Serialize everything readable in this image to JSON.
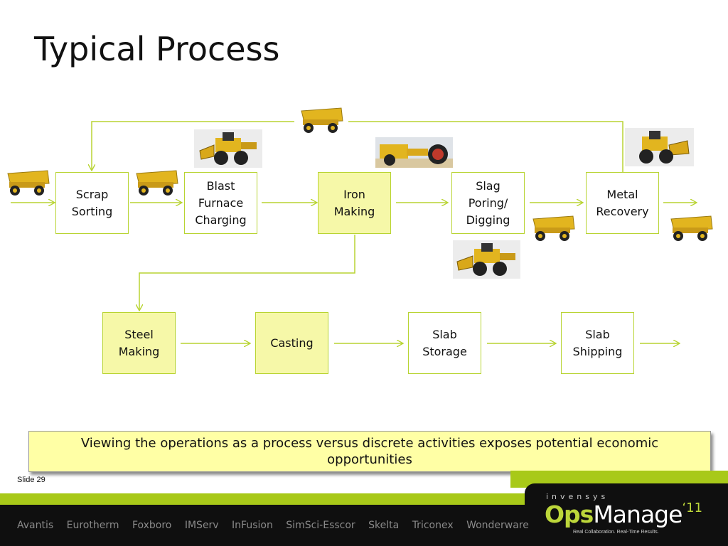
{
  "slide": {
    "title": "Typical Process",
    "slide_number": "Slide 29",
    "callout": "Viewing the operations as a process versus discrete activities exposes potential economic opportunities"
  },
  "diagram": {
    "nodes": [
      {
        "id": "scrap-sorting",
        "label": "Scrap\nSorting",
        "filled": false
      },
      {
        "id": "blast-furnace-charging",
        "label": "Blast\nFurnace\nCharging",
        "filled": false
      },
      {
        "id": "iron-making",
        "label": "Iron\nMaking",
        "filled": true
      },
      {
        "id": "slag-poring-digging",
        "label": "Slag\nPoring/\nDigging",
        "filled": false
      },
      {
        "id": "metal-recovery",
        "label": "Metal\nRecovery",
        "filled": false
      },
      {
        "id": "steel-making",
        "label": "Steel\nMaking",
        "filled": true
      },
      {
        "id": "casting",
        "label": "Casting",
        "filled": true
      },
      {
        "id": "slab-storage",
        "label": "Slab\nStorage",
        "filled": false
      },
      {
        "id": "slab-shipping",
        "label": "Slab\nShipping",
        "filled": false
      }
    ],
    "edges": [
      {
        "from": "scrap-sorting",
        "to": "blast-furnace-charging"
      },
      {
        "from": "blast-furnace-charging",
        "to": "iron-making"
      },
      {
        "from": "iron-making",
        "to": "slag-poring-digging"
      },
      {
        "from": "slag-poring-digging",
        "to": "metal-recovery"
      },
      {
        "from": "metal-recovery",
        "to": "scrap-sorting"
      },
      {
        "from": "iron-making",
        "to": "steel-making"
      },
      {
        "from": "steel-making",
        "to": "casting"
      },
      {
        "from": "casting",
        "to": "slab-storage"
      },
      {
        "from": "slab-storage",
        "to": "slab-shipping"
      }
    ],
    "colors": {
      "line": "#b8d432",
      "filled_box": "#f6f8a8",
      "callout_bg": "#ffffa5"
    }
  },
  "footer": {
    "brands": [
      "Avantis",
      "Eurotherm",
      "Foxboro",
      "IMServ",
      "InFusion",
      "SimSci-Esscor",
      "Skelta",
      "Triconex",
      "Wonderware"
    ],
    "logo_company": "invensys",
    "logo_product_bold": "Ops",
    "logo_product_light": "Manage",
    "logo_year": "‘11",
    "tagline": "Real Collaboration. Real-Time Results.",
    "accent": "#a8c919"
  }
}
